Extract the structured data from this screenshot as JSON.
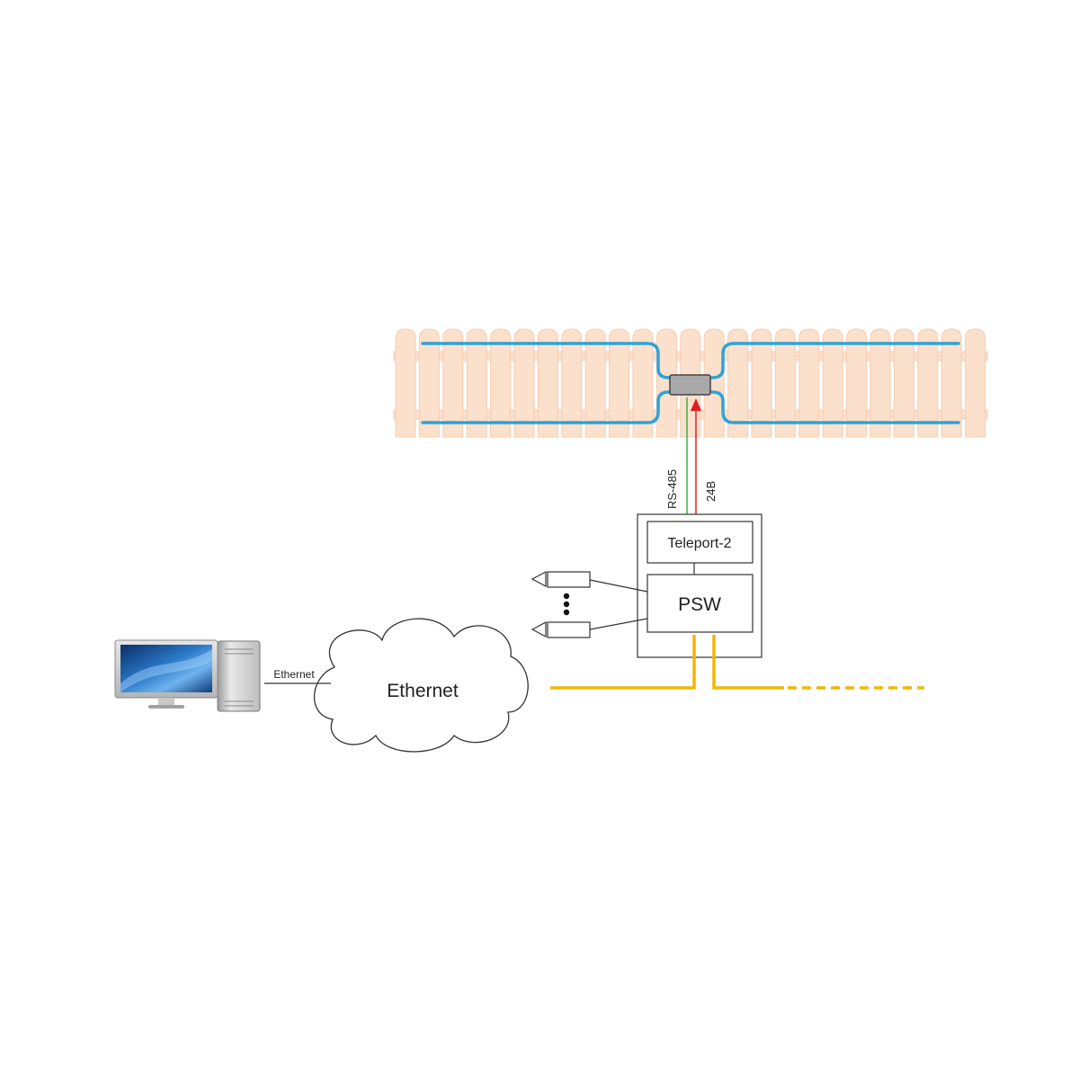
{
  "labels": {
    "ethernet_link": "Ethernet",
    "cloud": "Ethernet",
    "rs485": "RS-485",
    "power": "24B",
    "teleport": "Teleport-2",
    "psw": "PSW"
  },
  "colors": {
    "fence_fill": "#fbe0cc",
    "fence_stroke": "#f6cdb0",
    "sensor_cable": "#2ea3d8",
    "rs485_line": "#3cb04a",
    "power_line": "#e02020",
    "trunk_cable": "#f2b705",
    "line": "#333333"
  }
}
